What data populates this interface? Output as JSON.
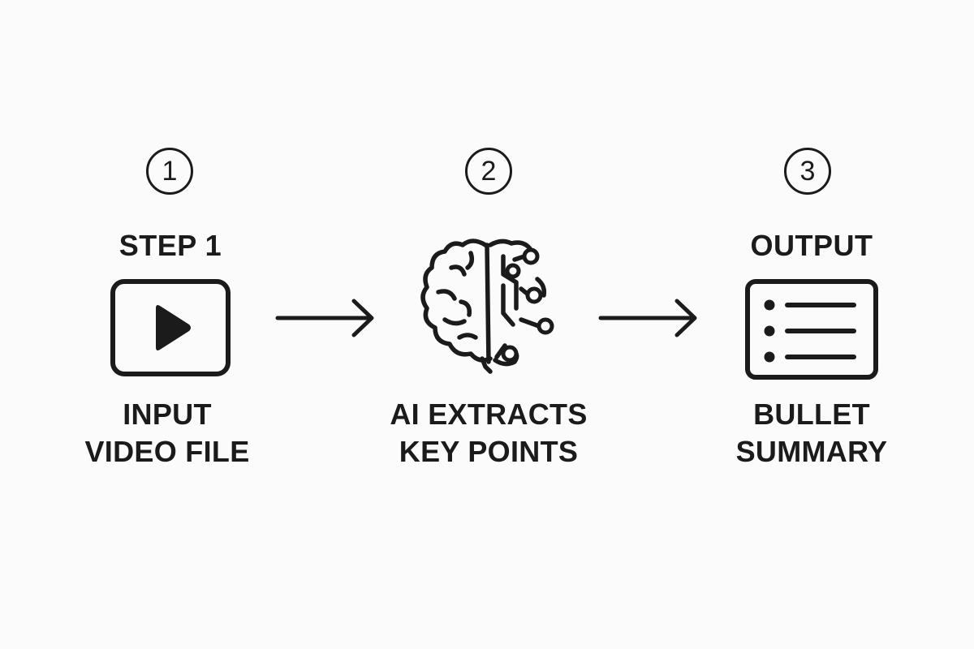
{
  "steps": [
    {
      "number": "1",
      "heading": "STEP 1",
      "icon": "video-play-icon",
      "caption_lines": [
        "INPUT",
        "VIDEO FILE"
      ]
    },
    {
      "number": "2",
      "heading": "",
      "icon": "ai-brain-circuit-icon",
      "caption_lines": [
        "AI EXTRACTS",
        "KEY POINTS"
      ]
    },
    {
      "number": "3",
      "heading": "OUTPUT",
      "icon": "bullet-list-icon",
      "caption_lines": [
        "BULLET",
        "SUMMARY"
      ]
    }
  ],
  "connectors": [
    "right-arrow-icon",
    "right-arrow-icon"
  ],
  "colors": {
    "ink": "#1b1b1b",
    "background": "#fbfbfb"
  }
}
